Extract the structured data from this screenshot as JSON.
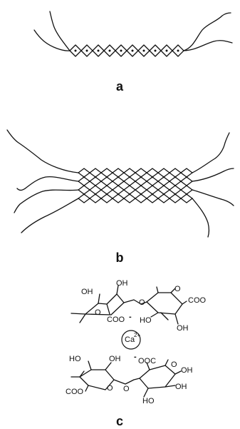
{
  "panels": {
    "a": {
      "label": "a"
    },
    "b": {
      "label": "b"
    },
    "c": {
      "label": "c"
    }
  },
  "chem": {
    "top_chain": {
      "oh_1": "OH",
      "oh_2": "OH",
      "o_left": "O",
      "o_bridge": "O",
      "o_right": "O",
      "coo_minus": "COO",
      "minus": "-",
      "ho": "HO",
      "oh_3": "OH",
      "coo": "COO"
    },
    "ion": {
      "symbol": "Ca",
      "charge": "2+"
    },
    "bottom_chain": {
      "ho_1": "HO",
      "oh_1": "OH",
      "minus": "-",
      "ooc": "OOC",
      "o_left": "O",
      "o_bridge": "O",
      "o_right": "O",
      "coo": "COO",
      "oh_2": "OH",
      "ho_2": "HO",
      "oh_3": "OH"
    }
  }
}
